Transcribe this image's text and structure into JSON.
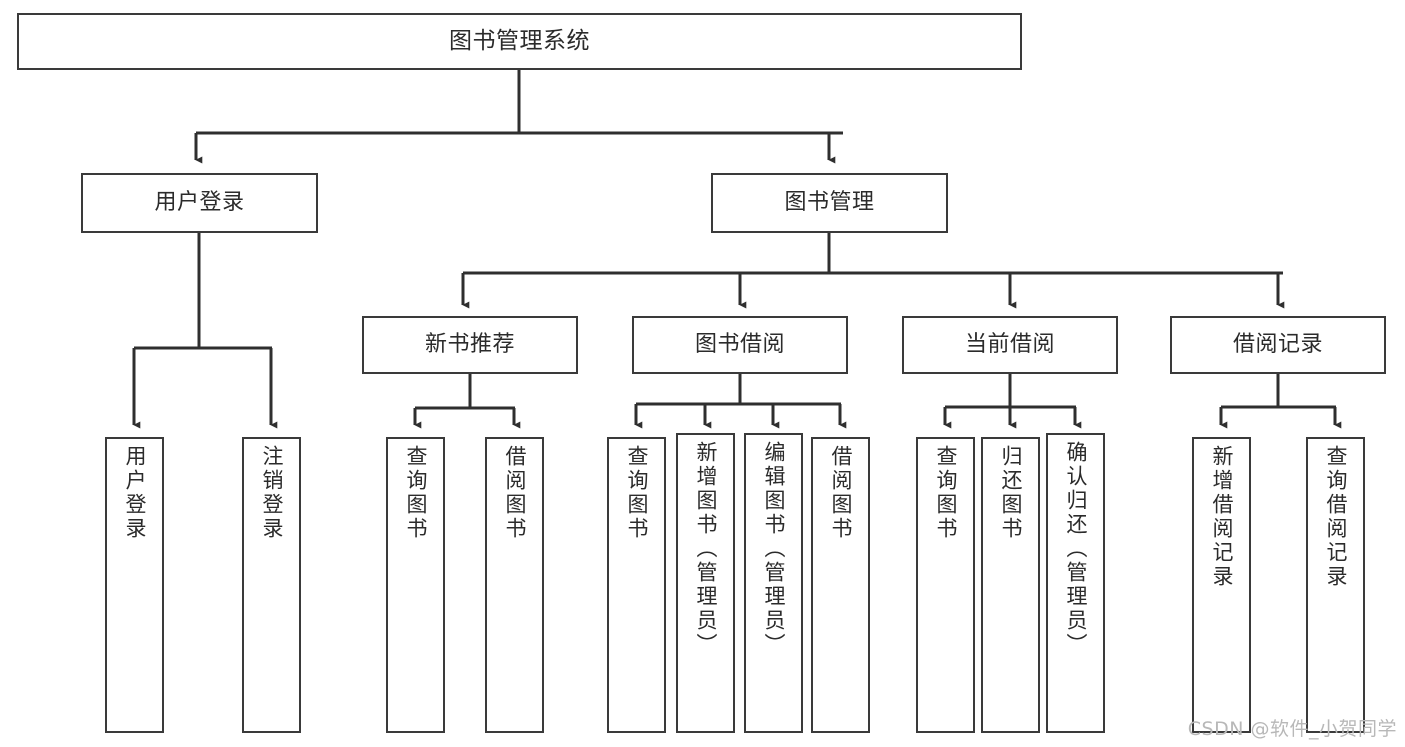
{
  "diagram": {
    "title": "图书管理系统",
    "type": "tree-hierarchy",
    "root": {
      "label": "图书管理系统"
    },
    "level2": [
      {
        "label": "用户登录"
      },
      {
        "label": "图书管理"
      }
    ],
    "level3": [
      {
        "label": "新书推荐"
      },
      {
        "label": "图书借阅"
      },
      {
        "label": "当前借阅"
      },
      {
        "label": "借阅记录"
      }
    ],
    "leaves": {
      "user_login": [
        {
          "label": "用户登录"
        },
        {
          "label": "注销登录"
        }
      ],
      "new_book_recommend": [
        {
          "label": "查询图书"
        },
        {
          "label": "借阅图书"
        }
      ],
      "book_borrow": [
        {
          "label": "查询图书"
        },
        {
          "label": "新增图书（管理员）"
        },
        {
          "label": "编辑图书（管理员）"
        },
        {
          "label": "借阅图书"
        }
      ],
      "current_borrow": [
        {
          "label": "查询图书"
        },
        {
          "label": "归还图书"
        },
        {
          "label": "确认归还（管理员）"
        }
      ],
      "borrow_records": [
        {
          "label": "新增借阅记录"
        },
        {
          "label": "查询借阅记录"
        }
      ]
    }
  },
  "watermark": {
    "text": "CSDN @软件_小贺同学"
  },
  "colors": {
    "box_border": "#3a3a3a",
    "box_fill": "#ffffff",
    "connector": "#2f2f2f",
    "text": "#2b2b2b",
    "watermark": "#b8b8b8"
  }
}
